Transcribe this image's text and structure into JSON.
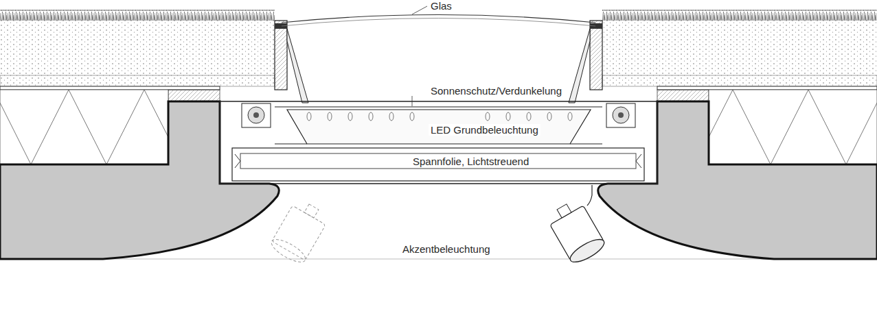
{
  "diagram": {
    "labels": [
      "Glas",
      "Sonnenschutz/Verdunkelung",
      "LED Grundbeleuchtung",
      "Spannfolie, Lichtstreuend",
      "Akzentbeleuchtung"
    ]
  }
}
